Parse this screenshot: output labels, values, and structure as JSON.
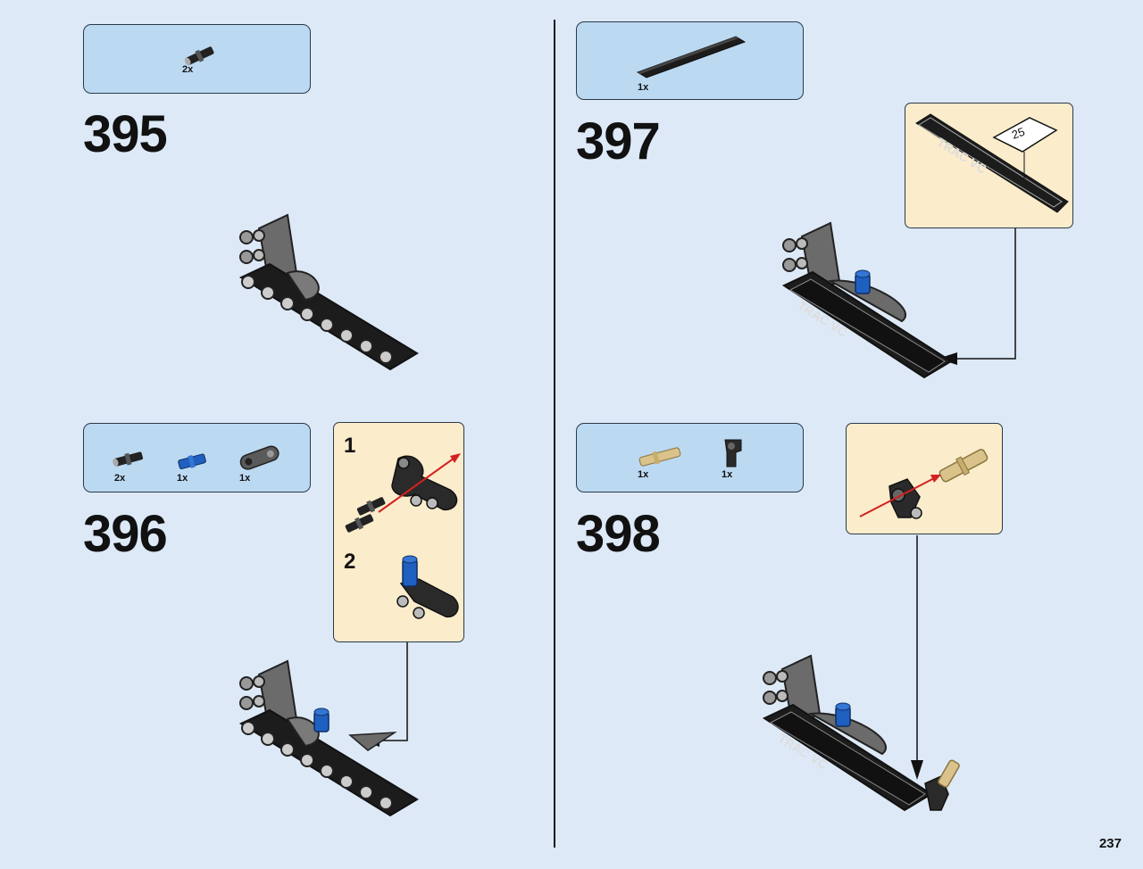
{
  "page": {
    "number": "237"
  },
  "steps": [
    {
      "number": "395",
      "parts": [
        {
          "qty": "2x",
          "icon": "black-friction-pin-icon"
        }
      ]
    },
    {
      "number": "396",
      "parts": [
        {
          "qty": "2x",
          "icon": "black-friction-pin-icon"
        },
        {
          "qty": "1x",
          "icon": "blue-axle-pin-icon"
        },
        {
          "qty": "1x",
          "icon": "gray-liftarm-icon"
        }
      ],
      "substeps": [
        {
          "number": "1"
        },
        {
          "number": "2"
        }
      ]
    },
    {
      "number": "397",
      "parts": [
        {
          "qty": "1x",
          "icon": "black-tile-icon"
        }
      ],
      "sticker": {
        "text": "TRAC VC",
        "sheet_number": "25"
      }
    },
    {
      "number": "398",
      "parts": [
        {
          "qty": "1x",
          "icon": "tan-axle-pin-icon"
        },
        {
          "qty": "1x",
          "icon": "black-connector-icon"
        }
      ]
    }
  ],
  "colors": {
    "background": "#dde9f7",
    "parts_box": "#bcd9f2",
    "sub_box": "#fbeccb",
    "liftarm_black": "#1c1c1c",
    "liftarm_gray": "#6b6b6b",
    "pin_blue": "#1f5fbf",
    "pin_tan": "#d9c38a",
    "arrow_red": "#d42020"
  }
}
